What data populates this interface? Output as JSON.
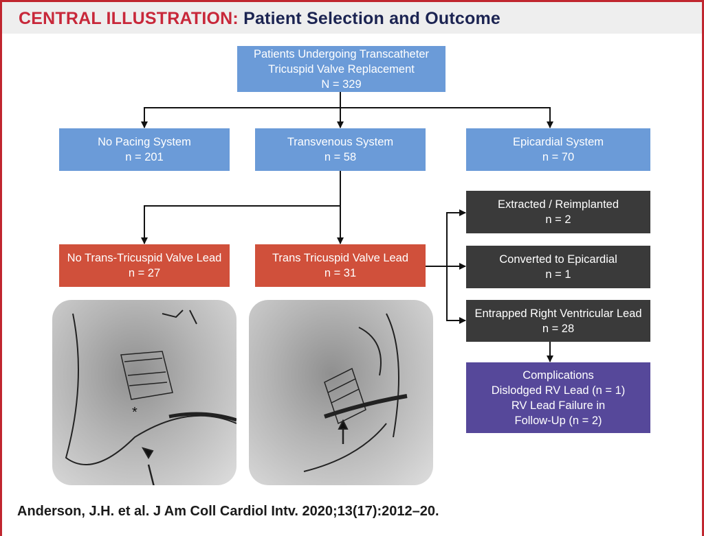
{
  "header": {
    "label": "CENTRAL ILLUSTRATION:",
    "title": "Patient Selection and Outcome"
  },
  "nodes": {
    "root": {
      "line1": "Patients Undergoing Transcatheter",
      "line2": "Tricuspid Valve Replacement",
      "count": "N = 329"
    },
    "no_pacing": {
      "label": "No Pacing System",
      "count": "n = 201"
    },
    "transvenous": {
      "label": "Transvenous System",
      "count": "n = 58"
    },
    "epicardial": {
      "label": "Epicardial System",
      "count": "n = 70"
    },
    "no_trans_lead": {
      "label": "No Trans-Tricuspid Valve Lead",
      "count": "n = 27"
    },
    "trans_lead": {
      "label": "Trans Tricuspid Valve Lead",
      "count": "n = 31"
    },
    "extracted": {
      "label": "Extracted / Reimplanted",
      "count": "n = 2"
    },
    "converted": {
      "label": "Converted to Epicardial",
      "count": "n = 1"
    },
    "entrapped": {
      "label": "Entrapped Right Ventricular Lead",
      "count": "n = 28"
    },
    "complications": {
      "title": "Complications",
      "line1": "Dislodged RV Lead (n = 1)",
      "line2": "RV Lead Failure in",
      "line3": "Follow-Up (n = 2)"
    }
  },
  "images": {
    "left_marker": "*"
  },
  "citation": "Anderson, J.H. et al. J Am Coll Cardiol Intv. 2020;13(17):2012–20.",
  "colors": {
    "blue": "#6b9bd8",
    "red": "#d0503b",
    "dark": "#3a3a3a",
    "purple": "#56489a",
    "accent_red": "#c8283a",
    "navy": "#1c2452"
  }
}
